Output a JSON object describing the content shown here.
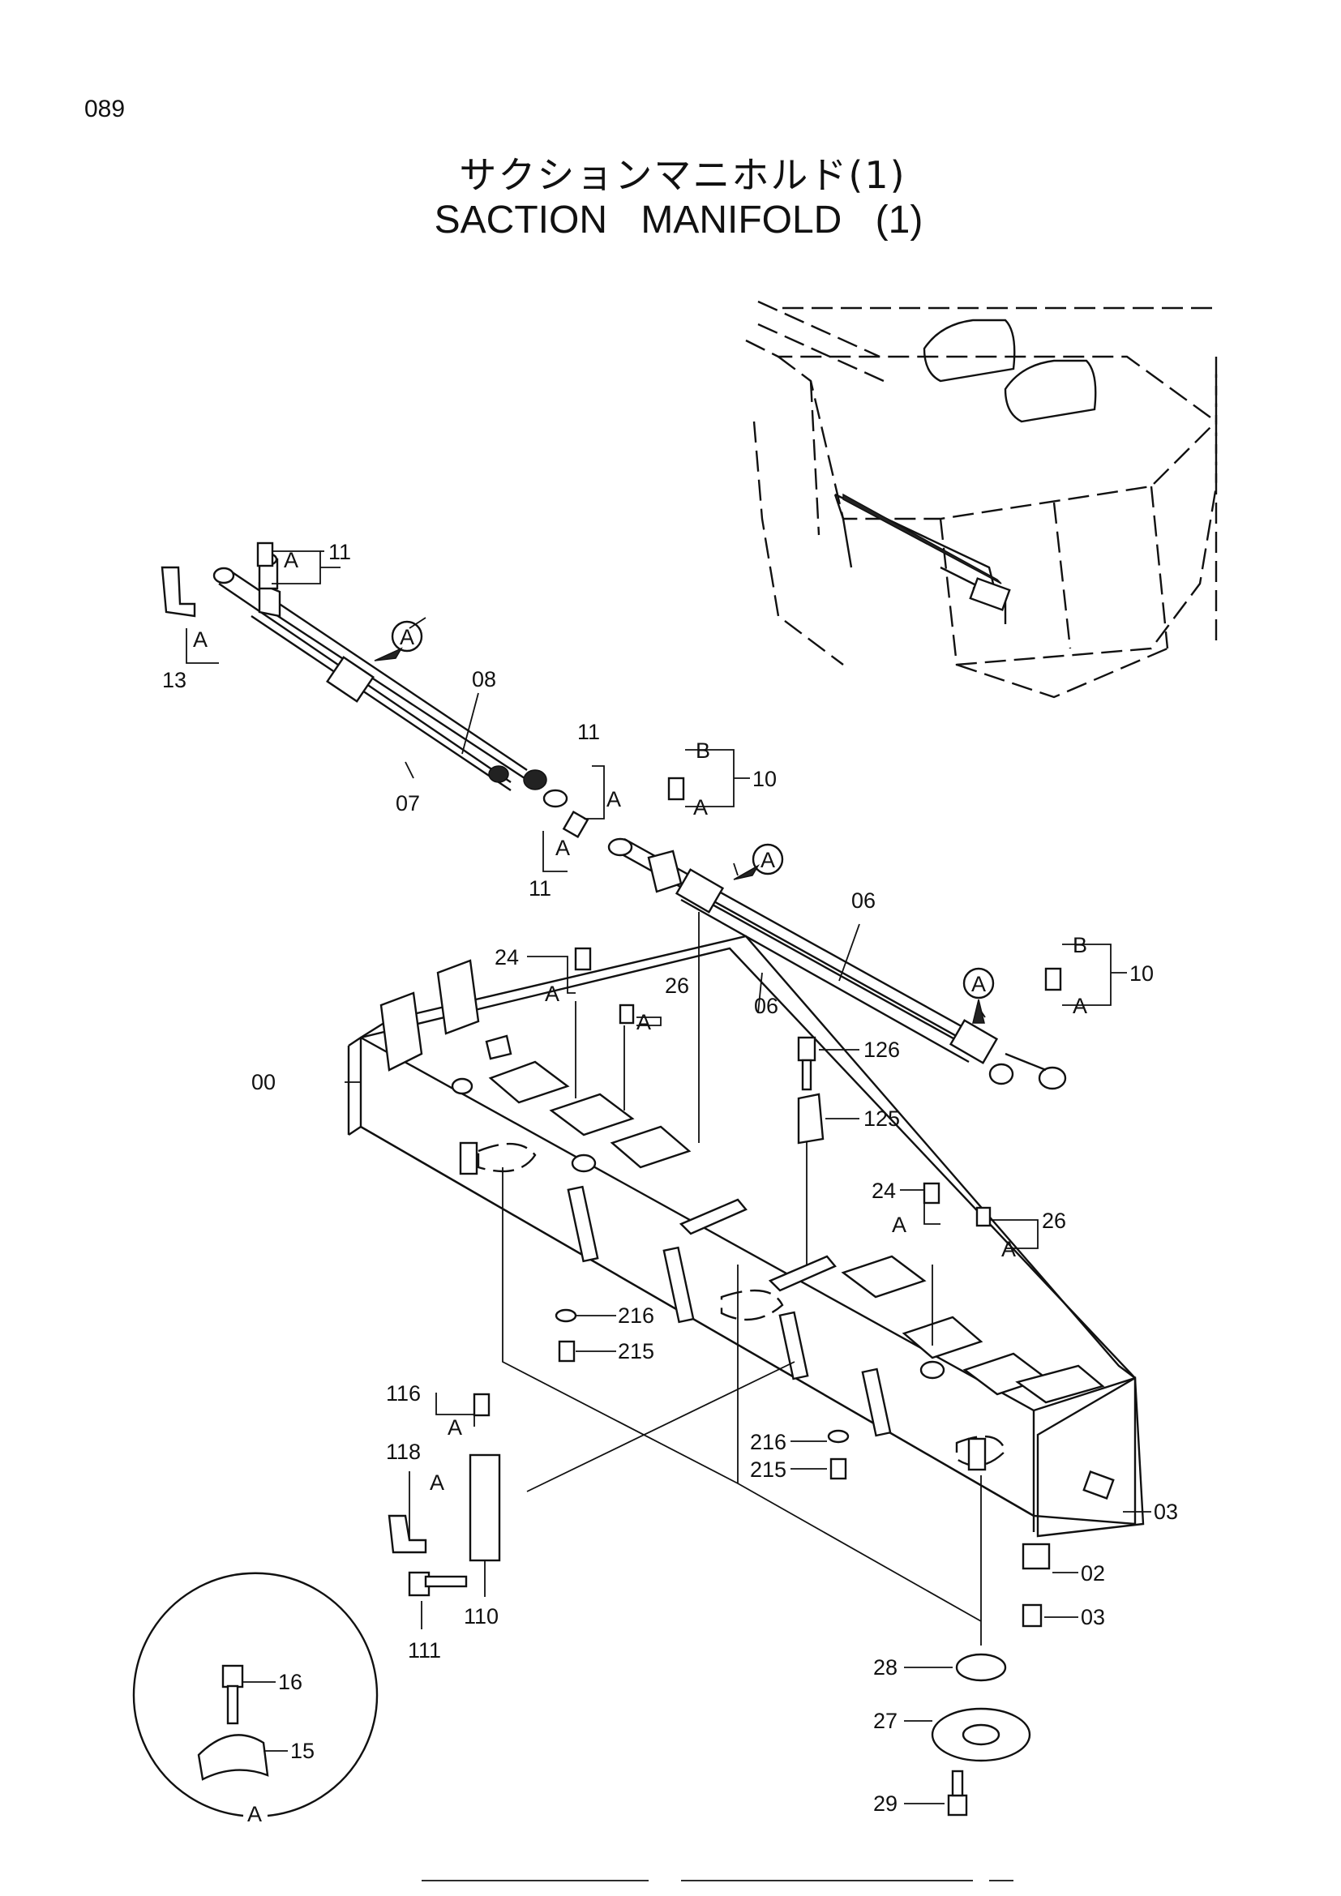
{
  "header": {
    "page_number": "089",
    "title_japanese": "サクションマニホルド(1)",
    "title_english": "SACTION   MANIFOLD (1)"
  },
  "callouts": {
    "p11_top": "11",
    "a_top": "A",
    "a_13": "A",
    "p13": "13",
    "detail_a_1": "A",
    "p08": "08",
    "p07": "07",
    "p11_mid": "11",
    "a_mid": "A",
    "a_mid2": "A",
    "p11_low": "11",
    "b_top": "B",
    "p10_top": "10",
    "a_10top": "A",
    "detail_a_2": "A",
    "p06_a": "06",
    "p06_b": "06",
    "b_right": "B",
    "p10_right": "10",
    "a_right": "A",
    "detail_a_3": "A",
    "p24_top": "24",
    "a_24top": "A",
    "p26_top": "26",
    "a_26top": "A",
    "p00": "00",
    "p126": "126",
    "p125": "125",
    "p24_right": "24",
    "a_24right": "A",
    "p26_right": "26",
    "a_26right": "A",
    "p216_left": "216",
    "p215_left": "215",
    "p116": "116",
    "a_116": "A",
    "p118": "118",
    "a_118": "A",
    "p111": "111",
    "p110": "110",
    "p216_right": "216",
    "p215_right": "215",
    "p03_top": "03",
    "p02": "02",
    "p03_bottom": "03",
    "p28": "28",
    "p27": "27",
    "p29": "29",
    "p16": "16",
    "p15": "15",
    "detail_label": "A"
  }
}
